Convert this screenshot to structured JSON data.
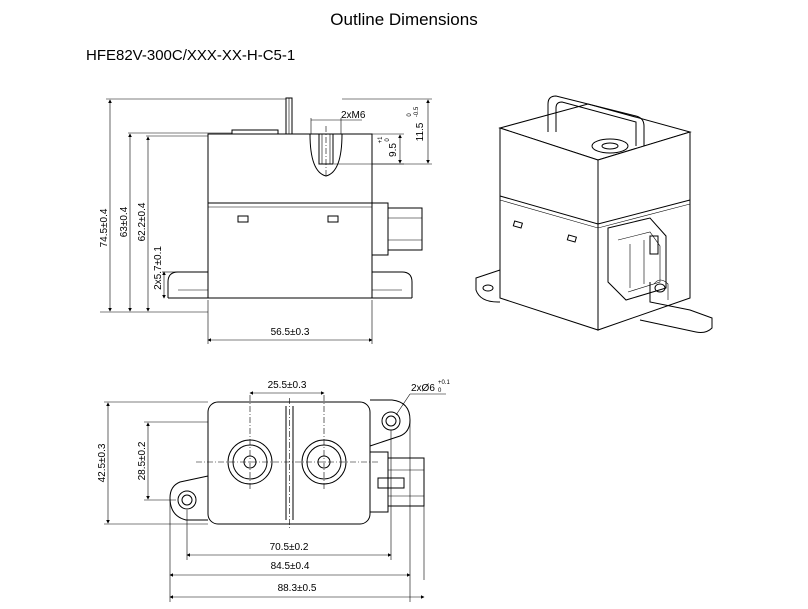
{
  "title": "Outline Dimensions",
  "model": "HFE82V-300C/XXX-XX-H-C5-1",
  "front_view": {
    "thread_label": "2xM6",
    "height_total": "74.5±0.4",
    "height_body": "63±0.4",
    "height_cover": "62.2±0.4",
    "foot_height": "2x5.7±0.1",
    "width": "56.5±0.3",
    "stud_height_main": "11.5",
    "stud_height_tol_upper": "0",
    "stud_height_tol_lower": "-0.5",
    "thread_depth_main": "9.5",
    "thread_depth_tol_upper": "+1",
    "thread_depth_tol_lower": "0"
  },
  "top_view": {
    "terminal_pitch": "25.5±0.3",
    "hole_label_main": "2xØ6",
    "hole_tol_upper": "+0.1",
    "hole_tol_lower": "0",
    "depth_total": "42.5±0.3",
    "depth_inner": "28.5±0.2",
    "hole_pitch": "70.5±0.2",
    "length_mid": "84.5±0.4",
    "length_total": "88.3±0.5"
  }
}
